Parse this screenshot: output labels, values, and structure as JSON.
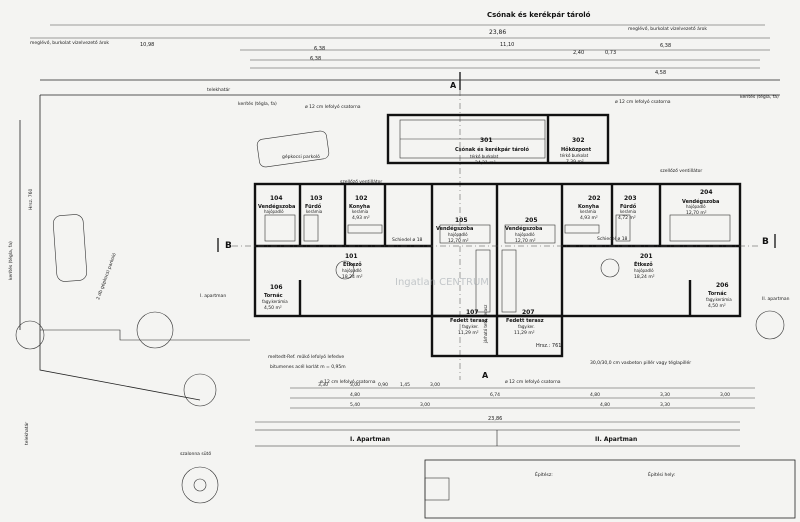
{
  "title": "Csónak és kerékpár tároló",
  "top_dims": {
    "total": "23,86",
    "left": "10,98",
    "mid": "11,10",
    "a": "2,40",
    "b": "0,73",
    "c": "6,38",
    "d": "4,58",
    "e": "6,38"
  },
  "top_notes": {
    "ditch_left": "meglévő, burkolat vízelvezető árok",
    "ditch_right": "meglévő, burkolat vízelvezető árok",
    "fence_left": "kerítés (tégla, fa)",
    "fence_right": "kerítés (tégla, fa)",
    "gutter_left": "ø 12 cm lefolyó csatorna",
    "gutter_right": "ø 12 cm lefolyó csatorna",
    "telekhatar": "telekhatár"
  },
  "section_labels": {
    "a_top": "A",
    "a_bottom": "A",
    "b_left": "B",
    "b_right": "B"
  },
  "rooms": [
    {
      "num": "301",
      "name": "Csónak és kerékpár tároló",
      "floor": "térkő burkolat",
      "area": "24,21 m²"
    },
    {
      "num": "302",
      "name": "Hőközpont",
      "floor": "térkő burkolat",
      "area": "7,39 m²"
    },
    {
      "num": "104",
      "name": "Vendégszoba",
      "floor": "hajópadló",
      "area": "12,70 m²"
    },
    {
      "num": "103",
      "name": "Fürdő",
      "floor": "kerámia",
      "area": "4,73 m²"
    },
    {
      "num": "102",
      "name": "Konyha",
      "floor": "kerámia",
      "area": "4,93 m²"
    },
    {
      "num": "105",
      "name": "Vendégszoba",
      "floor": "hajópadló",
      "area": "12,70 m²"
    },
    {
      "num": "205",
      "name": "Vendégszoba",
      "floor": "hajópadló",
      "area": "12,70 m²"
    },
    {
      "num": "202",
      "name": "Konyha",
      "floor": "kerámia",
      "area": "4,93 m²"
    },
    {
      "num": "203",
      "name": "Fürdő",
      "floor": "kerámia",
      "area": "4,72 m²"
    },
    {
      "num": "204",
      "name": "Vendégszoba",
      "floor": "hajópadló",
      "area": "12,70 m²"
    },
    {
      "num": "101",
      "name": "Étkező",
      "floor": "hajópadló",
      "area": "18,24 m²"
    },
    {
      "num": "201",
      "name": "Étkező",
      "floor": "hajópadló",
      "area": "18,24 m²"
    },
    {
      "num": "106",
      "name": "Tornác",
      "floor": "fagy.kerámia",
      "area": "4,50 m²"
    },
    {
      "num": "206",
      "name": "Tornác",
      "floor": "fagy.kerámia",
      "area": "4,50 m²"
    },
    {
      "num": "107",
      "name": "Fedett terasz",
      "floor": "fagy.ker.",
      "area": "11,29 m²"
    },
    {
      "num": "207",
      "name": "Fedett terasz",
      "floor": "fagy.ker.",
      "area": "11,29 m²"
    }
  ],
  "labels": {
    "szelloz_left": "szellőző ventillátor",
    "szelloz_right": "szellőző ventillátor",
    "schiedel_left": "Schiedel ø 18",
    "schiedel_right": "Schiedel ø 18",
    "apt1_entry": "I. apartman",
    "apt2_entry": "II. apartman",
    "hrsz": "Hrsz.: 761",
    "gutter_bottom_left": "ø 12 cm lefolyó csatorna",
    "gutter_bottom_right": "ø 12 cm lefolyó csatorna",
    "terasz_note": "járható tető, terasz",
    "pillar_note": "30,0/30,0 cm vasbeton pillér vagy téglapillér",
    "slope_note": "bitumenes acél korlát m = 0,95m",
    "gutter_note": "meltedt-Ref. műkő lefolyó lefedve",
    "parking_top": "gépkocsi parkoló",
    "parking_left": "2 db gépkocsi parkoló",
    "kerites_left": "kerítés (tégla, fa)",
    "hrsz_left": "Hrsz. 760",
    "szalonna": "szalonna sütő",
    "telek_left": "telekhatár",
    "signature_label": "Építész:",
    "tervezo_label": "Építési hely:"
  },
  "bottom_dims": {
    "total": "23,86",
    "row1": [
      "3,30",
      "3,00",
      "0,90",
      "1,45",
      "3,00"
    ],
    "row2": [
      "4,80",
      "6,74",
      "4,80",
      "3,30",
      "3,00"
    ],
    "row3": [
      "5,40",
      "3,00",
      "4,80",
      "3,30"
    ]
  },
  "apartments": {
    "first": "I. Apartman",
    "second": "II. Apartman"
  },
  "watermark": "Ingatlan CENTRUM"
}
